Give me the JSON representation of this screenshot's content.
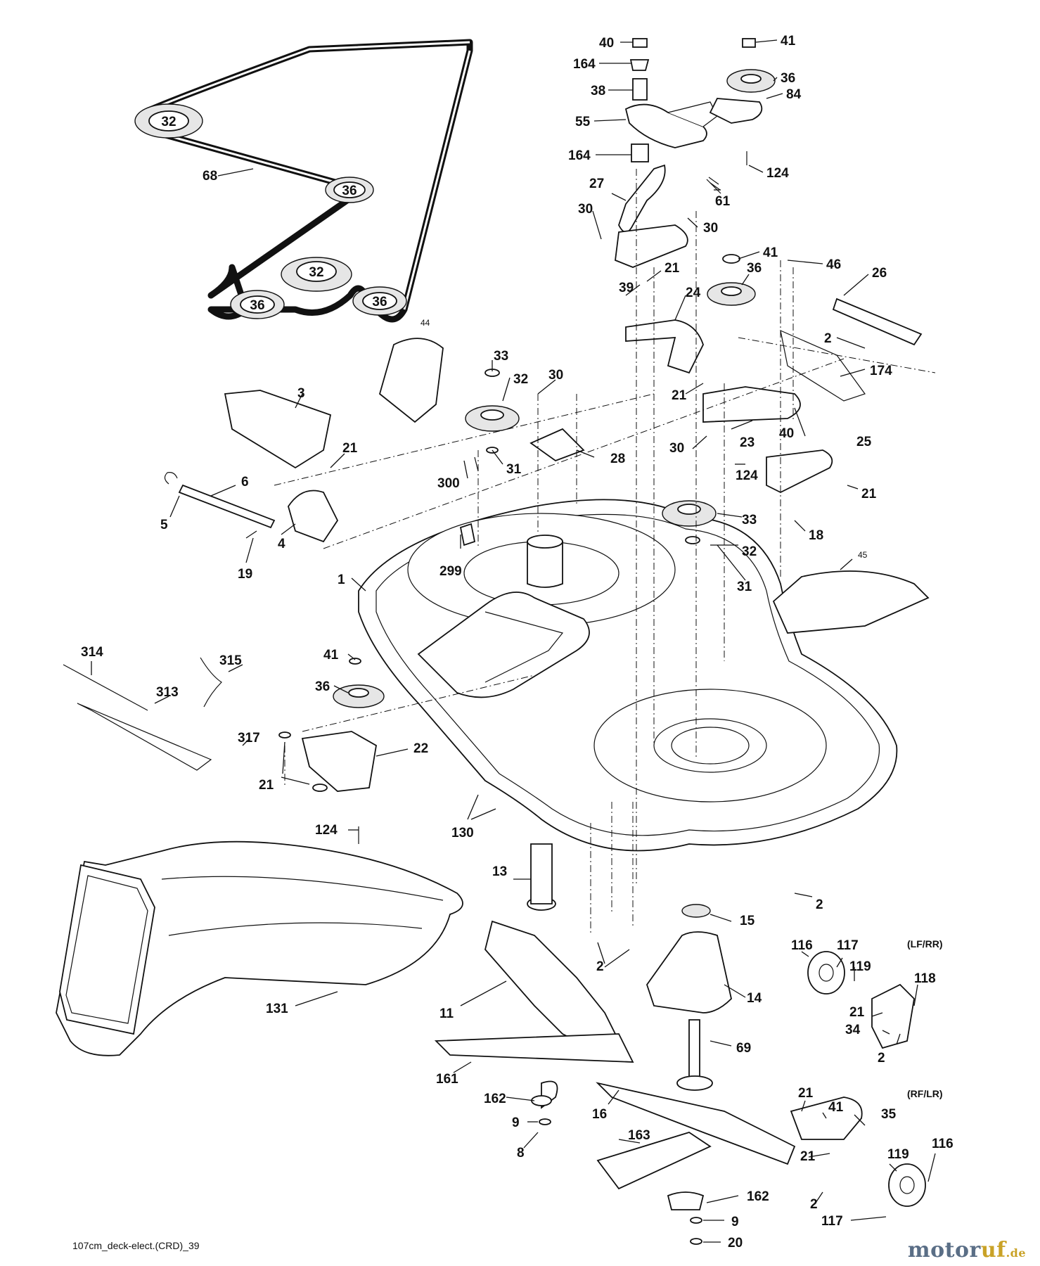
{
  "footer_code": "107cm_deck-elect.(CRD)_39",
  "watermark": {
    "brand_main": "motor",
    "brand_accent": "uf",
    "tld": ".de"
  },
  "notes": {
    "lf_rr": "(LF/RR)",
    "rf_lr": "(RF/LR)"
  },
  "belt_pulley_labels": [
    "32",
    "36",
    "32",
    "36",
    "36"
  ],
  "labels": {
    "l40a": "40",
    "l164a": "164",
    "l38": "38",
    "l55": "55",
    "l164b": "164",
    "l41a": "41",
    "l36a": "36",
    "l84": "84",
    "l124a": "124",
    "l61": "61",
    "l27": "27",
    "l30a": "30",
    "l30b": "30",
    "l68": "68",
    "l41b": "41",
    "l46": "46",
    "l36b": "36",
    "l21a": "21",
    "l39": "39",
    "l24": "24",
    "l26": "26",
    "l2a": "2",
    "l174": "174",
    "l21b": "21",
    "l44": "44",
    "l33a": "33",
    "l32a": "32",
    "l30c": "30",
    "l3": "3",
    "l21c": "21",
    "l28": "28",
    "l31a": "31",
    "l300": "300",
    "l6": "6",
    "l5": "5",
    "l4": "4",
    "l19": "19",
    "l23": "23",
    "l40b": "40",
    "l25": "25",
    "l30d": "30",
    "l124b": "124",
    "l21d": "21",
    "l33b": "33",
    "l18": "18",
    "l299": "299",
    "l32b": "32",
    "l31b": "31",
    "l1": "1",
    "l45": "45",
    "l314": "314",
    "l315": "315",
    "l41c": "41",
    "l313": "313",
    "l36c": "36",
    "l317": "317",
    "l22": "22",
    "l21e": "21",
    "l124c": "124",
    "l130": "130",
    "l13": "13",
    "l2b": "2",
    "l15": "15",
    "l116a": "116",
    "l117a": "117",
    "l119a": "119",
    "l118": "118",
    "l131": "131",
    "l2c": "2",
    "l14": "14",
    "l21f": "21",
    "l34": "34",
    "l11": "11",
    "l69": "69",
    "l2d": "2",
    "l161": "161",
    "l162a": "162",
    "l9a": "9",
    "l16": "16",
    "l8": "8",
    "l21g": "21",
    "l41d": "41",
    "l35": "35",
    "l21h": "21",
    "l119b": "119",
    "l116b": "116",
    "l163": "163",
    "l2e": "2",
    "l117b": "117",
    "l162b": "162",
    "l9b": "9",
    "l20": "20"
  }
}
